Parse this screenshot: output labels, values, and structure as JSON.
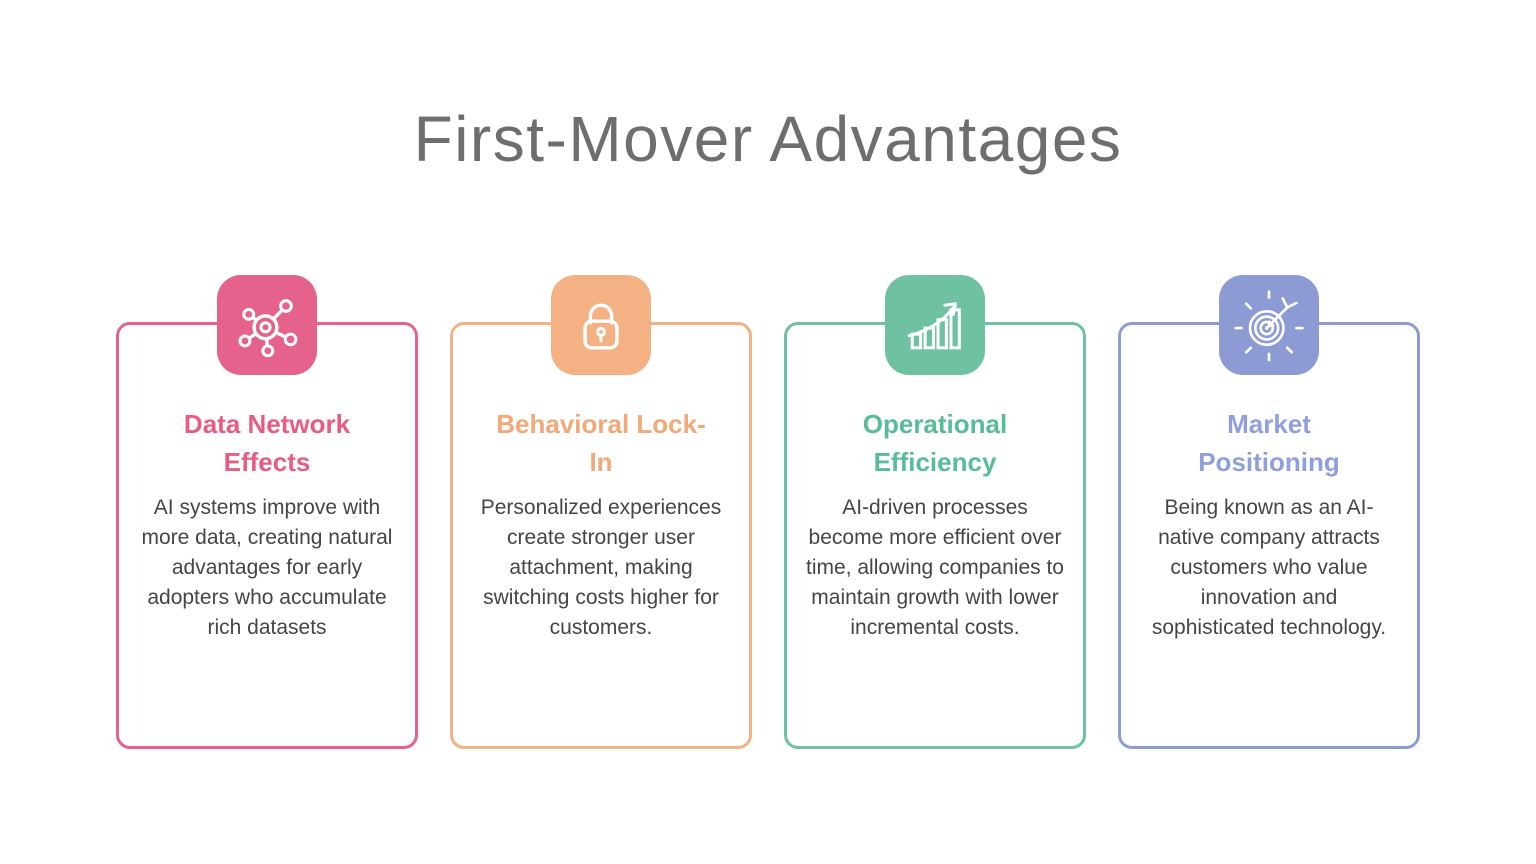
{
  "page": {
    "title": "First-Mover Advantages",
    "title_color": "#6e6e6e",
    "background": "#ffffff",
    "body_text_color": "#454545"
  },
  "cards": [
    {
      "icon": "network-icon",
      "accent": "#e4628b",
      "heading_color": "#e85c83",
      "heading": "Data Network Effects",
      "body": "AI systems improve with more data, creating natural advantages for early adopters who accumulate rich datasets"
    },
    {
      "icon": "lock-icon",
      "accent": "#f4b183",
      "heading_color": "#f3a878",
      "heading": "Behavioral Lock-In",
      "body": "Personalized experiences create stronger user attachment, making switching costs higher for customers."
    },
    {
      "icon": "growth-chart-icon",
      "accent": "#6ec2a1",
      "heading_color": "#57bd99",
      "heading": "Operational Efficiency",
      "body": "AI-driven processes become more efficient over time, allowing companies to maintain growth with lower incremental costs."
    },
    {
      "icon": "target-icon",
      "accent": "#8c9bd3",
      "heading_color": "#8f9fdc",
      "heading": "Market Positioning",
      "body": "Being known as an AI-native company attracts customers who value innovation and sophisticated technology."
    }
  ]
}
